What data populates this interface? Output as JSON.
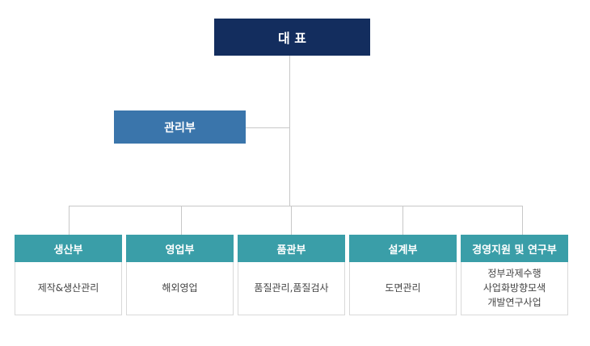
{
  "ceo": {
    "label": "대 표"
  },
  "management": {
    "label": "관리부"
  },
  "departments": [
    {
      "title": "생산부",
      "tasks": [
        "제작&생산관리"
      ]
    },
    {
      "title": "영업부",
      "tasks": [
        "해외영업"
      ]
    },
    {
      "title": "품관부",
      "tasks": [
        "품질관리,품질검사"
      ]
    },
    {
      "title": "설계부",
      "tasks": [
        "도면관리"
      ]
    },
    {
      "title": "경영지원 및 연구부",
      "tasks": [
        "정부과제수행",
        "사업화방향모색",
        "개발연구사업"
      ]
    }
  ],
  "colors": {
    "ceo": "#132d5e",
    "management": "#3a75ab",
    "department_header": "#3a9ea8",
    "connector": "#c8c8c8"
  }
}
